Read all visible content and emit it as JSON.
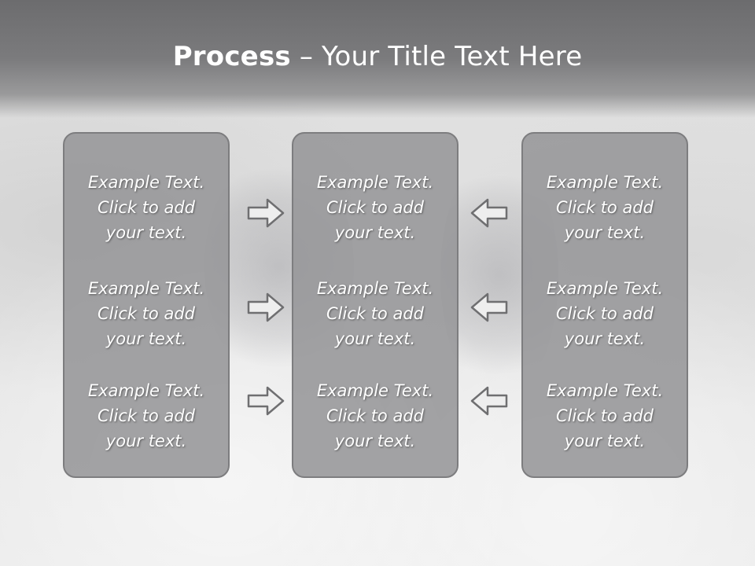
{
  "title": {
    "bold": "Process",
    "rest": " – Your Title Text Here"
  },
  "panels": [
    {
      "items": [
        {
          "line1": "Example Text.",
          "line2": "Click  to add",
          "line3": "your text."
        },
        {
          "line1": "Example Text.",
          "line2": "Click  to add",
          "line3": "your text."
        },
        {
          "line1": "Example Text.",
          "line2": "Click  to add",
          "line3": "your text."
        }
      ]
    },
    {
      "items": [
        {
          "line1": "Example Text.",
          "line2": "Click  to add",
          "line3": "your text."
        },
        {
          "line1": "Example Text.",
          "line2": "Click  to add",
          "line3": "your text."
        },
        {
          "line1": "Example Text.",
          "line2": "Click  to add",
          "line3": "your text."
        }
      ]
    },
    {
      "items": [
        {
          "line1": "Example Text.",
          "line2": "Click  to add",
          "line3": "your text."
        },
        {
          "line1": "Example Text.",
          "line2": "Click  to add",
          "line3": "your text."
        },
        {
          "line1": "Example Text.",
          "line2": "Click  to add",
          "line3": "your text."
        }
      ]
    }
  ],
  "arrows": {
    "left_column": {
      "direction": "right",
      "icon": "arrow-right-icon"
    },
    "right_column": {
      "direction": "left",
      "icon": "arrow-left-icon"
    }
  },
  "colors": {
    "header": "#7b7b7d",
    "panel": "#969698",
    "panel_border": "#7d7d7f",
    "text": "#ffffff"
  }
}
